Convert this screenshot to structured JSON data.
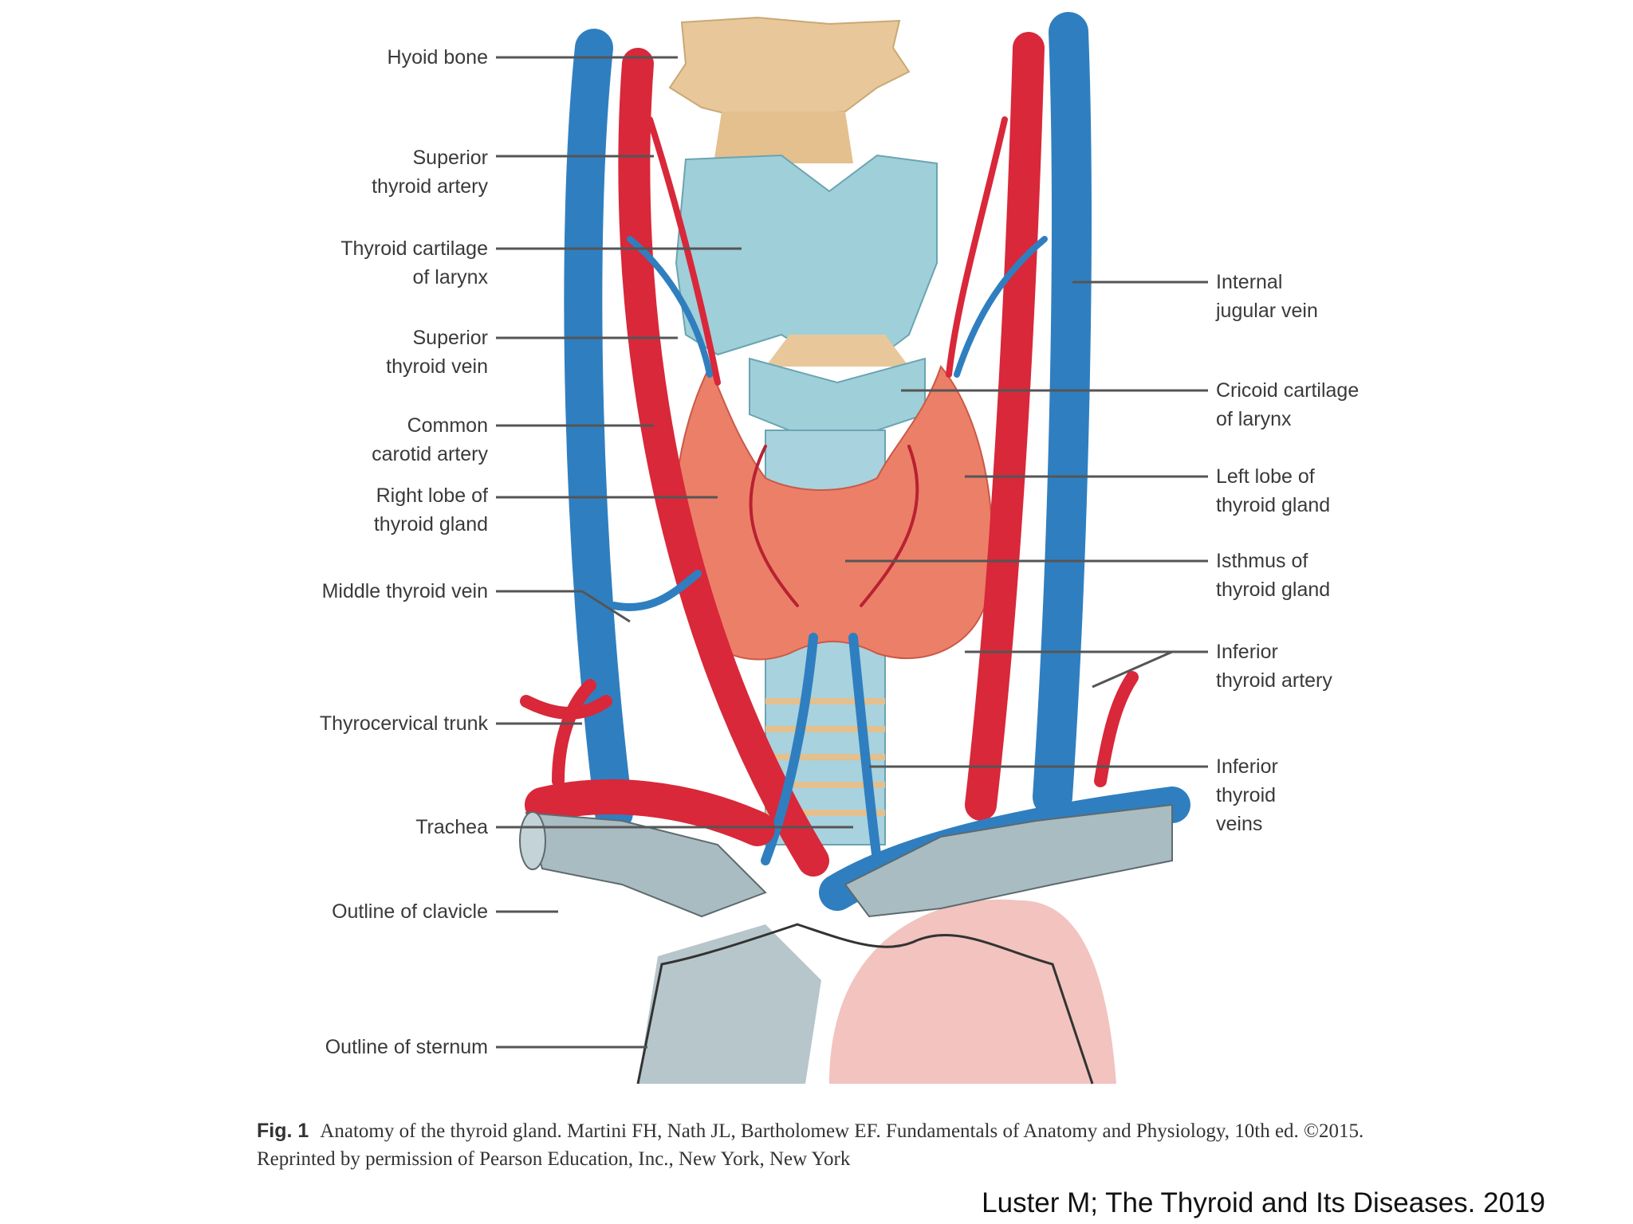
{
  "labels": {
    "left": [
      {
        "line1": "Hyoid bone",
        "line2": ""
      },
      {
        "line1": "Superior",
        "line2": "thyroid artery"
      },
      {
        "line1": "Thyroid cartilage",
        "line2": "of larynx"
      },
      {
        "line1": "Superior",
        "line2": "thyroid vein"
      },
      {
        "line1": "Common",
        "line2": "carotid artery"
      },
      {
        "line1": "Right lobe of",
        "line2": "thyroid gland"
      },
      {
        "line1": "Middle thyroid vein",
        "line2": ""
      },
      {
        "line1": "Thyrocervical trunk",
        "line2": ""
      },
      {
        "line1": "Trachea",
        "line2": ""
      },
      {
        "line1": "Outline of clavicle",
        "line2": ""
      },
      {
        "line1": "Outline of sternum",
        "line2": ""
      }
    ],
    "right": [
      {
        "line1": "Internal",
        "line2": "jugular vein",
        "line3": ""
      },
      {
        "line1": "Cricoid cartilage",
        "line2": "of larynx",
        "line3": ""
      },
      {
        "line1": "Left lobe of",
        "line2": "thyroid gland",
        "line3": ""
      },
      {
        "line1": "Isthmus of",
        "line2": "thyroid gland",
        "line3": ""
      },
      {
        "line1": "Inferior",
        "line2": "thyroid artery",
        "line3": ""
      },
      {
        "line1": "Inferior",
        "line2": "thyroid",
        "line3": "veins"
      }
    ]
  },
  "caption": {
    "fig": "Fig. 1",
    "text": "Anatomy of the thyroid gland. Martini FH, Nath JL, Bartholomew EF. Fundamentals of Anatomy and Physiology, 10th ed. ©2015. Reprinted by permission of Pearson Education, Inc., New York, New York"
  },
  "credit": "Luster M; The Thyroid and Its Diseases. 2019",
  "colors": {
    "artery": "#d8283a",
    "vein": "#2f7fc0",
    "cartilage": "#9fcfd9",
    "bone": "#e8c89a",
    "gland": "#ec7f68",
    "clavicle": "#a9bcc2"
  }
}
